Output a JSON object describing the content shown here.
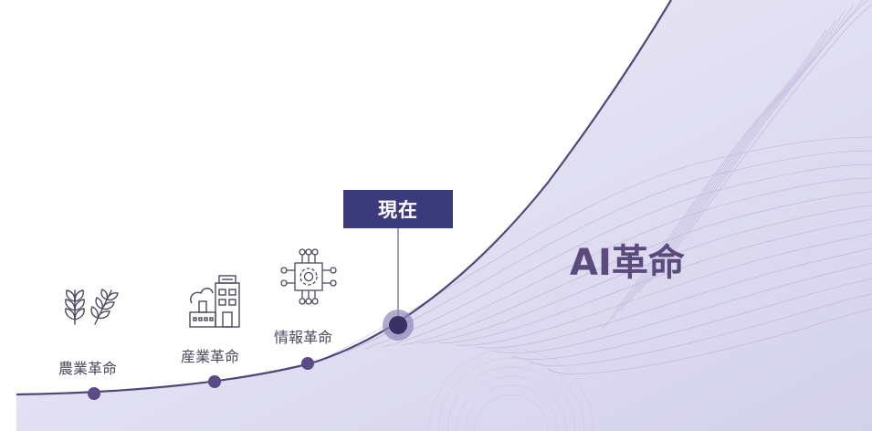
{
  "stages": [
    {
      "label": "農業革命",
      "icon": "wheat-icon"
    },
    {
      "label": "産業革命",
      "icon": "factory-icon"
    },
    {
      "label": "情報革命",
      "icon": "chip-gear-icon"
    }
  ],
  "current": {
    "label": "現在"
  },
  "future": {
    "label": "AI革命"
  },
  "colors": {
    "curve": "#4e4878",
    "dot": "#5a4a85",
    "current_dot": "#3b2f63",
    "badge": "#3b3a7a",
    "fill": "#d9d7ee",
    "title": "#5b4a7c"
  }
}
